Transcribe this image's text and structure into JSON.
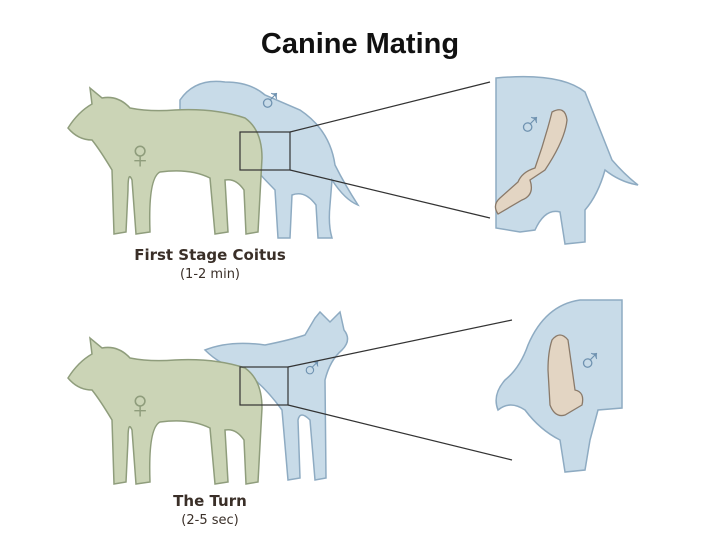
{
  "title": "Canine Mating",
  "stages": [
    {
      "label": "First Stage Coitus",
      "duration": "(1-2 min)"
    },
    {
      "label": "The Turn",
      "duration": "(2-5 sec)"
    }
  ],
  "symbols": {
    "female": "♀",
    "male": "♂"
  },
  "colors": {
    "female_fill": "#cbd4b6",
    "female_stroke": "#8f9d7c",
    "male_fill": "#c8dbe8",
    "male_stroke": "#8eabc2",
    "organ_fill": "#e3d5c3",
    "organ_stroke": "#8a7a6a"
  }
}
